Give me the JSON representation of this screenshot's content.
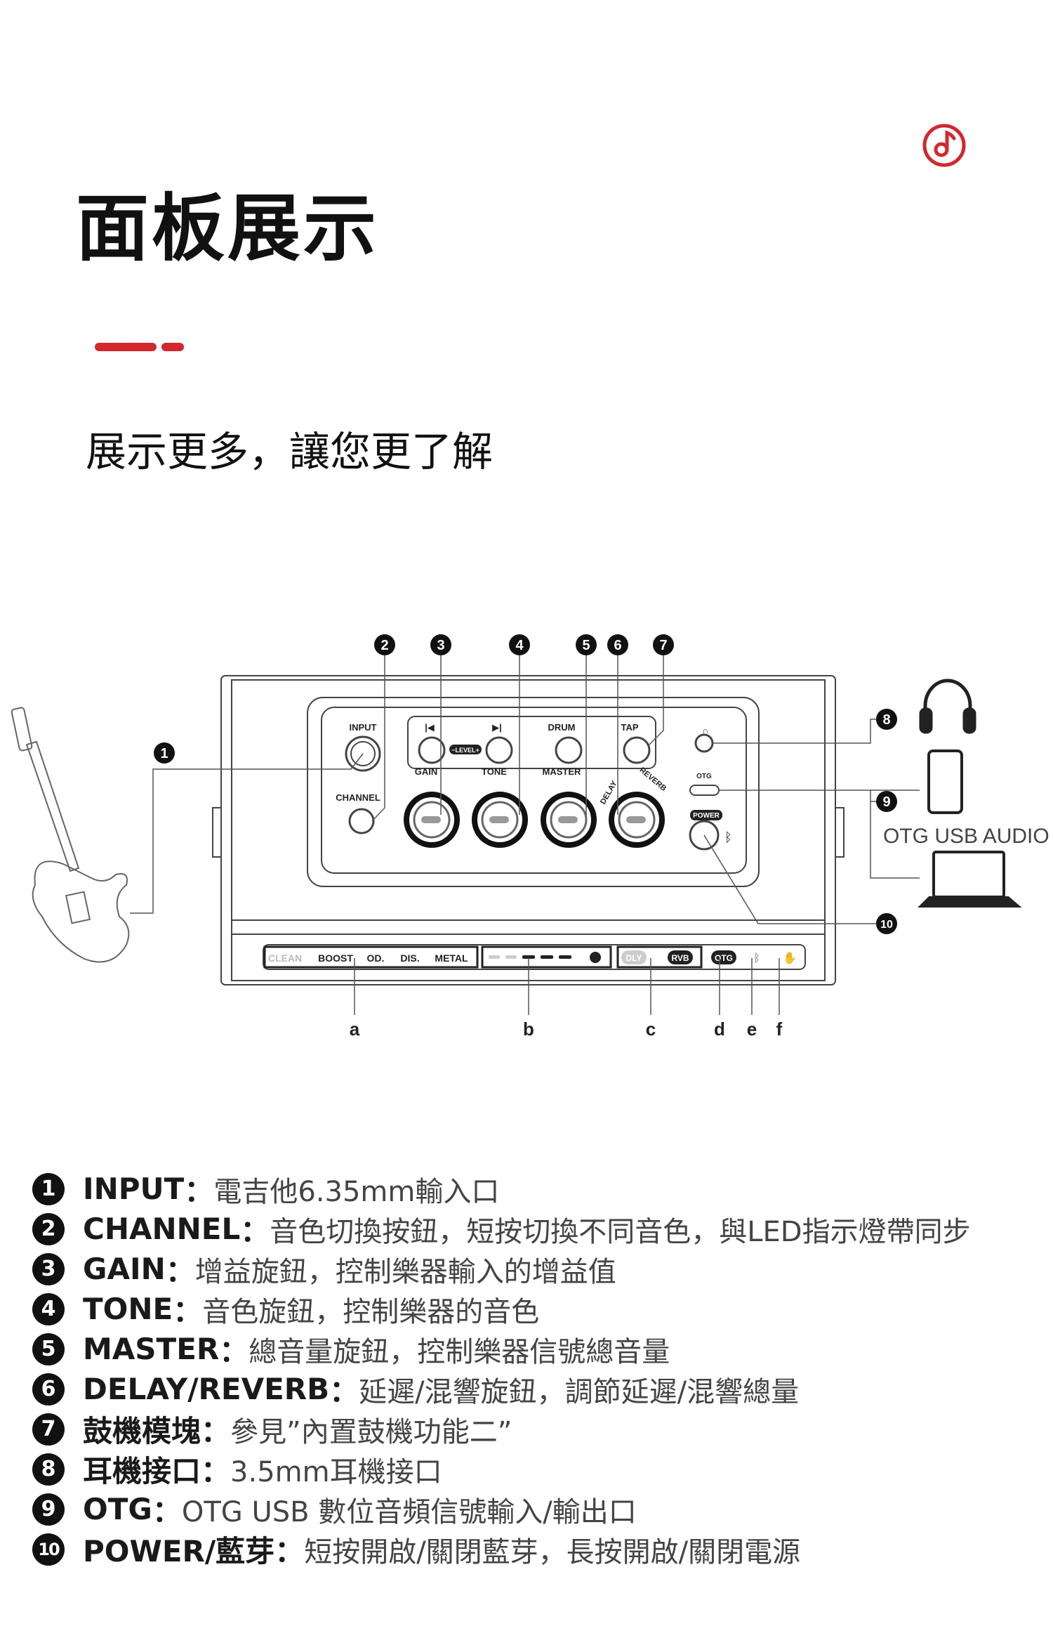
{
  "header": {
    "logo_icon": "music-note-circle-icon",
    "title": "面板展示",
    "subtitle": "展示更多，讓您更了解",
    "accent_color": "#d2282e"
  },
  "diagram": {
    "callouts": [
      "1",
      "2",
      "3",
      "4",
      "5",
      "6",
      "7",
      "8",
      "9",
      "10"
    ],
    "panel_labels": {
      "input": "INPUT",
      "channel": "CHANNEL",
      "prev": "|◀",
      "next": "▶|",
      "drum": "DRUM",
      "tap": "TAP",
      "level": "−LEVEL+",
      "gain": "GAIN",
      "tone": "TONE",
      "master": "MASTER",
      "delay": "DELAY",
      "reverb": "REVERB",
      "otg": "OTG",
      "power": "POWER"
    },
    "led_strip": {
      "clean": "CLEAN",
      "boost": "BOOST",
      "od": "OD.",
      "dis": "DIS.",
      "metal": "METAL",
      "dly": "DLY",
      "rvb": "RVB",
      "otg": "OTG"
    },
    "letters": [
      "a",
      "b",
      "c",
      "d",
      "e",
      "f"
    ],
    "otg_caption": "OTG USB AUDIO"
  },
  "features": [
    {
      "num": "1",
      "key": "INPUT",
      "sep": "：",
      "desc": "電吉他6.35mm輸入口"
    },
    {
      "num": "2",
      "key": "CHANNEL",
      "sep": "：",
      "desc": "音色切換按鈕，短按切換不同音色，與LED指示燈帶同步"
    },
    {
      "num": "3",
      "key": "GAIN",
      "sep": "：",
      "desc": "增益旋鈕，控制樂器輸入的增益值"
    },
    {
      "num": "4",
      "key": "TONE",
      "sep": "：",
      "desc": "音色旋鈕，控制樂器的音色"
    },
    {
      "num": "5",
      "key": "MASTER",
      "sep": "：",
      "desc": "總音量旋鈕，控制樂器信號總音量"
    },
    {
      "num": "6",
      "key": "DELAY/REVERB",
      "sep": "：",
      "desc": "延遲/混響旋鈕，調節延遲/混響總量"
    },
    {
      "num": "7",
      "key": "鼓機模塊",
      "sep": "：",
      "desc": "參見”內置鼓機功能二”"
    },
    {
      "num": "8",
      "key": "耳機接口",
      "sep": "：",
      "desc": "3.5mm耳機接口"
    },
    {
      "num": "9",
      "key": "OTG",
      "sep": "：",
      "desc": "OTG USB 數位音頻信號輸入/輸出口"
    },
    {
      "num": "10",
      "key": "POWER/藍芽",
      "sep": "：",
      "desc": "短按開啟/關閉藍芽，長按開啟/關閉電源"
    }
  ]
}
